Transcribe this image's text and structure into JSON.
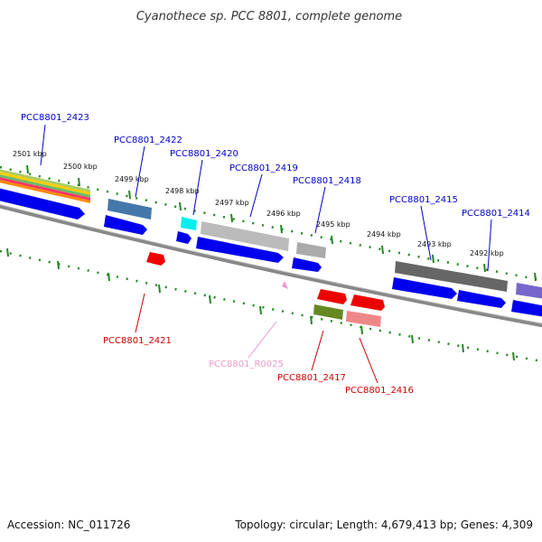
{
  "title": "Cyanothece sp. PCC 8801, complete genome",
  "footer": {
    "accession": "Accession: NC_011726",
    "summary": "Topology: circular; Length: 4,679,413 bp; Genes: 4,309"
  },
  "ticks": [
    "2501 kbp",
    "2500 kbp",
    "2499 kbp",
    "2498 kbp",
    "2497 kbp",
    "2496 kbp",
    "2495 kbp",
    "2494 kbp",
    "2493 kbp",
    "2492 kbp"
  ],
  "gene_labels": [
    {
      "id": "PCC8801_2423",
      "strand": "forward"
    },
    {
      "id": "PCC8801_2422",
      "strand": "forward"
    },
    {
      "id": "PCC8801_2420",
      "strand": "forward"
    },
    {
      "id": "PCC8801_2419",
      "strand": "forward"
    },
    {
      "id": "PCC8801_2418",
      "strand": "forward"
    },
    {
      "id": "PCC8801_2415",
      "strand": "forward"
    },
    {
      "id": "PCC8801_2414",
      "strand": "forward"
    },
    {
      "id": "PCC8801_2421",
      "strand": "reverse"
    },
    {
      "id": "PCC8801_R0025",
      "strand": "reverse"
    },
    {
      "id": "PCC8801_2417",
      "strand": "reverse"
    },
    {
      "id": "PCC8801_2416",
      "strand": "reverse"
    }
  ],
  "colors": {
    "forward_label": "#0000cc",
    "reverse_label": "#cc0000",
    "rna_label": "#ee99cc",
    "tick": "#228822",
    "backbone": "#888888",
    "cds": "#0000ee"
  }
}
